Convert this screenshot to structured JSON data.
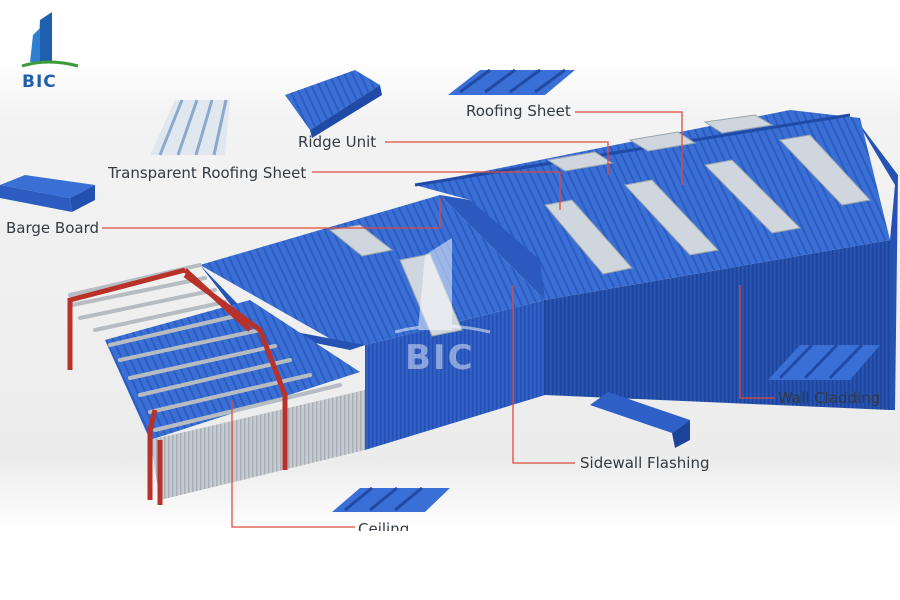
{
  "brand": {
    "logo_text": "BIC",
    "watermark_text": "BIC",
    "primary_color": "#2d5fc4",
    "leader_line_color": "#e04b3c"
  },
  "labels": {
    "roofing_sheet": "Roofing Sheet",
    "ridge_unit": "Ridge Unit",
    "transparent_roofing_sheet": "Transparent Roofing Sheet",
    "barge_board": "Barge Board",
    "wall_cladding": "Wall Cladding",
    "sidewall_flashing": "Sidewall Flashing",
    "ceiling": "Ceiling"
  }
}
